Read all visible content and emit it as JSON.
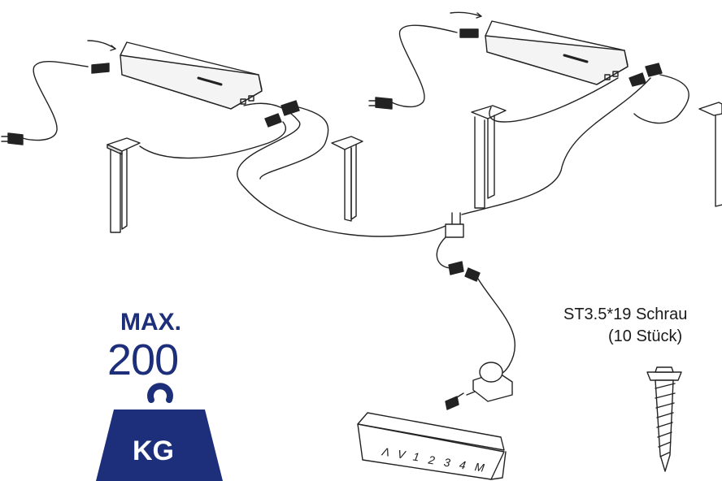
{
  "weight_badge": {
    "max_label": "MAX.",
    "value": "200",
    "unit": "KG",
    "color": "#1d2f7a"
  },
  "screw": {
    "name": "ST3.5*19 Schrau",
    "quantity": "(10 Stück)"
  },
  "keypad": {
    "keys": [
      "Λ",
      "V",
      "1",
      "2",
      "3",
      "4",
      "M"
    ]
  }
}
